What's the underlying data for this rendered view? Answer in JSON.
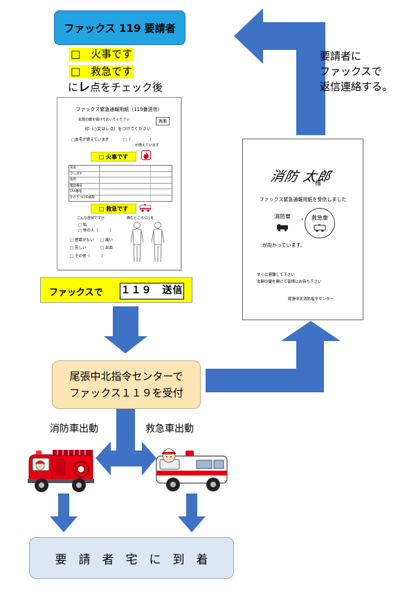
{
  "requester_box": {
    "title": "ファックス 119 要請者"
  },
  "check_steps": {
    "fire": "□　火事です",
    "ems": "□　救急です",
    "after": {
      "pre": "に",
      "mark": "レ",
      "post": "点をチェック後"
    }
  },
  "request_form": {
    "title": "ファックス緊急通報用紙（119番送信）",
    "note": "玄関の鍵を開けておいてください",
    "side_badge": "表面",
    "instruction": "印（○又はレ点）をつけてください",
    "home_option": "□自宅が燃えています",
    "other_option": "□（　　　　　）",
    "burning_suffix": "が燃えています",
    "fire_check": "□ 火事です",
    "table_rows": [
      "氏名",
      "フリガナ",
      "住所",
      "電話番号",
      "FAX番号",
      "かかりつけの病院"
    ],
    "ems_check": "□ 救急です",
    "symptom_prompt": "こんな症状ですか",
    "pain_prompt": "痛むところに○を",
    "who_options": [
      "□ 私",
      "□ 他の人（　　　）"
    ],
    "symptoms": [
      "□ 意識がない",
      "□ 痛い",
      "□ 苦しい",
      "□ 出血",
      "□ その他（　　　）"
    ]
  },
  "send_box": {
    "label": "ファックスで",
    "value": "１１９　送信"
  },
  "center_box": {
    "line1": "尾張中北指令センターで",
    "line2": "ファックス１１９を受付"
  },
  "reply_note": {
    "lines": [
      "要請者に",
      "ファックスで",
      "返信連絡する。"
    ]
  },
  "reply_form": {
    "addressee": "消防 太郎",
    "honorific": "様",
    "received": "ファックス緊急通報用紙を受信しました",
    "fire_truck": "消防車",
    "separator": "、",
    "ambulance": "救急車",
    "status": "が向かっています。",
    "instructions": [
      "すぐに避難して下さい",
      "玄関の鍵を開けて皆様にお待ち下さい"
    ],
    "sender": "尾張中北消防指令センター"
  },
  "dispatch": {
    "fire_label": "消防車出動",
    "ems_label": "救急車出動"
  },
  "arrival_box": {
    "text": "要　請　者　宅　に　到　着"
  },
  "colors": {
    "arrow": "#3f71c4",
    "requester_box": "#22a3e2",
    "highlight": "#ffff00",
    "center_box": "#fce6b5",
    "arrival_box": "#dde7f3",
    "vehicle_red": "#e60012"
  },
  "icons": [
    "fire-icon",
    "ambulance-icon",
    "fire-truck-icon",
    "body-chart-icon"
  ]
}
